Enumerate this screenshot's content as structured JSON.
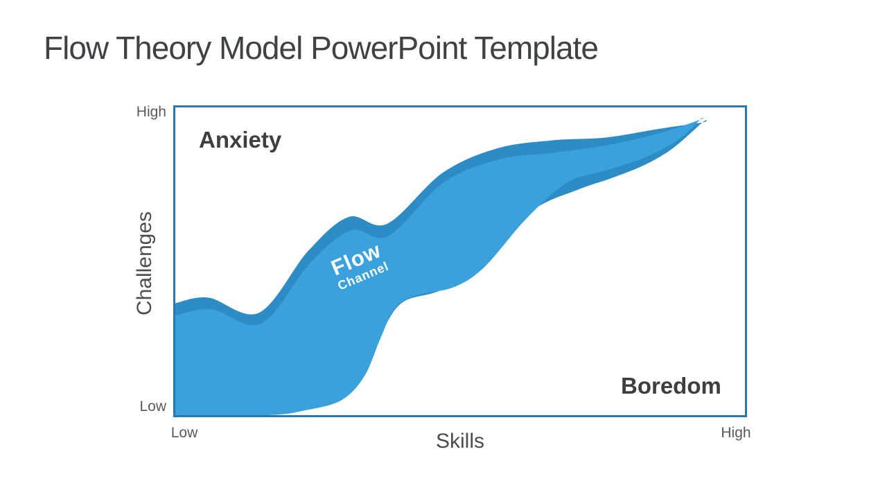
{
  "slide": {
    "title": "Flow Theory Model PowerPoint Template"
  },
  "chart_data": {
    "type": "area",
    "xlabel": "Skills",
    "ylabel": "Challenges",
    "x_tick_labels": [
      "Low",
      "High"
    ],
    "y_tick_labels": [
      "Low",
      "High"
    ],
    "x_range": [
      0,
      1
    ],
    "y_range": [
      0,
      1
    ],
    "grid": false,
    "legend": false,
    "annotations": {
      "top_left_region": "Anxiety",
      "bottom_right_region": "Boredom"
    },
    "band_label": {
      "line1": "Flow",
      "line2": "Channel",
      "rotation_deg": -23
    },
    "band": {
      "outer": {
        "upper": [
          [
            0,
            0.364
          ],
          [
            0.058,
            0.382
          ],
          [
            0.147,
            0.333
          ],
          [
            0.233,
            0.533
          ],
          [
            0.304,
            0.644
          ],
          [
            0.372,
            0.622
          ],
          [
            0.469,
            0.787
          ],
          [
            0.565,
            0.867
          ],
          [
            0.662,
            0.893
          ],
          [
            0.755,
            0.902
          ],
          [
            0.845,
            0.929
          ],
          [
            0.925,
            0.951
          ]
        ],
        "lower": [
          [
            0.925,
            0.951
          ],
          [
            0.876,
            0.871
          ],
          [
            0.827,
            0.816
          ],
          [
            0.767,
            0.771
          ],
          [
            0.707,
            0.733
          ],
          [
            0.628,
            0.667
          ],
          [
            0.543,
            0.522
          ],
          [
            0.471,
            0.411
          ],
          [
            0.399,
            0.367
          ],
          [
            0.362,
            0.267
          ],
          [
            0.326,
            0.133
          ],
          [
            0.284,
            0.067
          ],
          [
            0.223,
            0.033
          ],
          [
            0.145,
            0.013
          ],
          [
            0,
            0.013
          ]
        ]
      },
      "inner": {
        "upper": [
          [
            0,
            0.324
          ],
          [
            0.063,
            0.344
          ],
          [
            0.151,
            0.298
          ],
          [
            0.236,
            0.493
          ],
          [
            0.308,
            0.6
          ],
          [
            0.374,
            0.582
          ],
          [
            0.471,
            0.756
          ],
          [
            0.568,
            0.831
          ],
          [
            0.664,
            0.853
          ],
          [
            0.761,
            0.878
          ],
          [
            0.857,
            0.92
          ],
          [
            0.921,
            0.96
          ]
        ],
        "lower": [
          [
            0.921,
            0.96
          ],
          [
            0.888,
            0.902
          ],
          [
            0.833,
            0.844
          ],
          [
            0.761,
            0.798
          ],
          [
            0.688,
            0.756
          ],
          [
            0.616,
            0.638
          ],
          [
            0.543,
            0.482
          ],
          [
            0.489,
            0.416
          ],
          [
            0.423,
            0.389
          ],
          [
            0.386,
            0.349
          ],
          [
            0.36,
            0.249
          ],
          [
            0.332,
            0.127
          ],
          [
            0.292,
            0.049
          ],
          [
            0.229,
            0.016
          ],
          [
            0.163,
            0.0
          ],
          [
            0,
            0.0
          ]
        ]
      }
    }
  },
  "colors": {
    "band_fill": "#3AA1DD",
    "band_shadow": "#2E8CC4",
    "chart_border": "#2878AC",
    "title_text": "#3F4245",
    "region_text": "#3D3E40",
    "axis_label_text": "#4A4C4E",
    "tick_text": "#595959",
    "band_text": "#FFFFFF"
  }
}
